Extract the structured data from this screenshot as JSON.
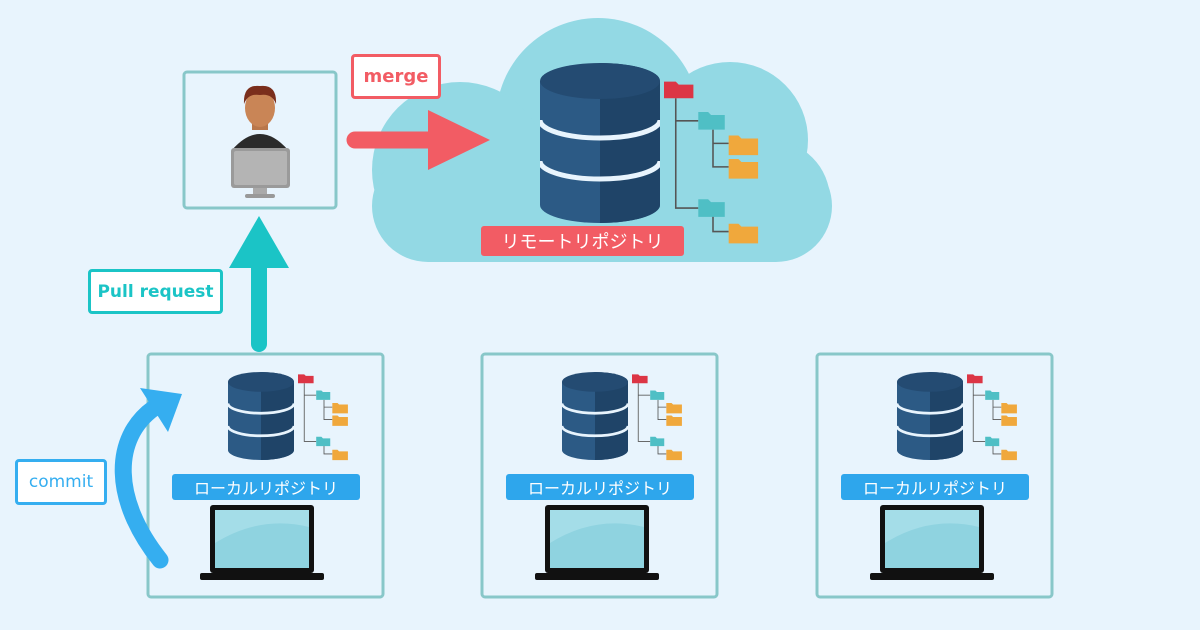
{
  "labels": {
    "merge": "merge",
    "pull_request": "Pull request",
    "commit": "commit",
    "remote_repository": "リモートリポジトリ"
  },
  "local_repositories": [
    {
      "label": "ローカルリポジトリ"
    },
    {
      "label": "ローカルリポジトリ"
    },
    {
      "label": "ローカルリポジトリ"
    }
  ],
  "colors": {
    "background": "#e8f4fd",
    "cloud": "#93d9e4",
    "merge": "#f25c64",
    "pull_request": "#1bc4c6",
    "commit": "#35aef0",
    "database": "#2c5a85",
    "box_border": "#88c7c9",
    "laptop_screen": "#8fd3e0",
    "folder_red": "#dc3545",
    "folder_teal": "#4fbfc5",
    "folder_orange": "#f0a83c"
  },
  "icons": {
    "developer": "developer-at-computer-icon",
    "database": "database-icon",
    "folder_tree": "folder-tree-icon",
    "laptop": "laptop-icon"
  }
}
